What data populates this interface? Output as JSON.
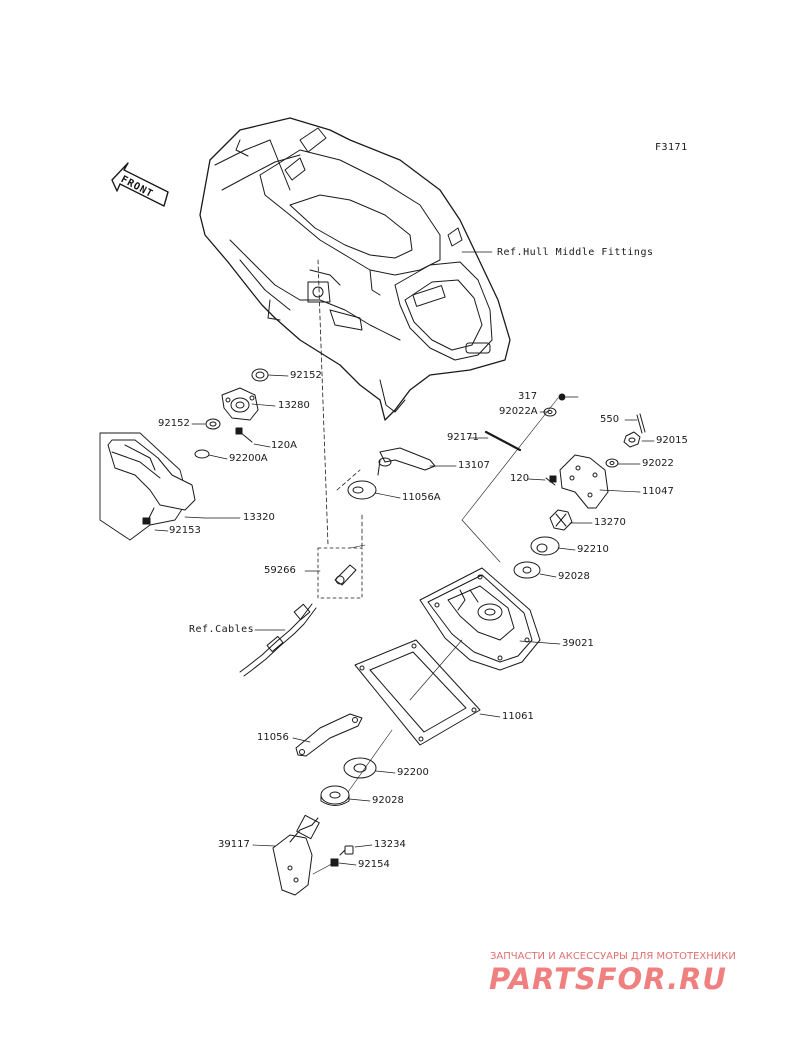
{
  "figure_code": "F3171",
  "front_label": "FRONT",
  "refs": {
    "hull": "Ref.Hull Middle Fittings",
    "cables": "Ref.Cables"
  },
  "labels": {
    "p92152a": "92152",
    "p13280": "13280",
    "p92152b": "92152",
    "p120a": "120A",
    "p92200a": "92200A",
    "p92153": "92153",
    "p13320": "13320",
    "p13107": "13107",
    "p11056a": "11056A",
    "p59266": "59266",
    "p317": "317",
    "p92022a": "92022A",
    "p550": "550",
    "p92171": "92171",
    "p92015": "92015",
    "p92022": "92022",
    "p120": "120",
    "p11047": "11047",
    "p13270": "13270",
    "p92210": "92210",
    "p92028a": "92028",
    "p39021": "39021",
    "p11061": "11061",
    "p11056": "11056",
    "p92200": "92200",
    "p92028b": "92028",
    "p39117": "39117",
    "p13234": "13234",
    "p92154": "92154"
  },
  "watermark": {
    "tagline": "ЗАПЧАСТИ И АКСЕССУАРЫ ДЛЯ МОТОТЕХНИКИ",
    "brand": "PARTSFOR.RU"
  }
}
